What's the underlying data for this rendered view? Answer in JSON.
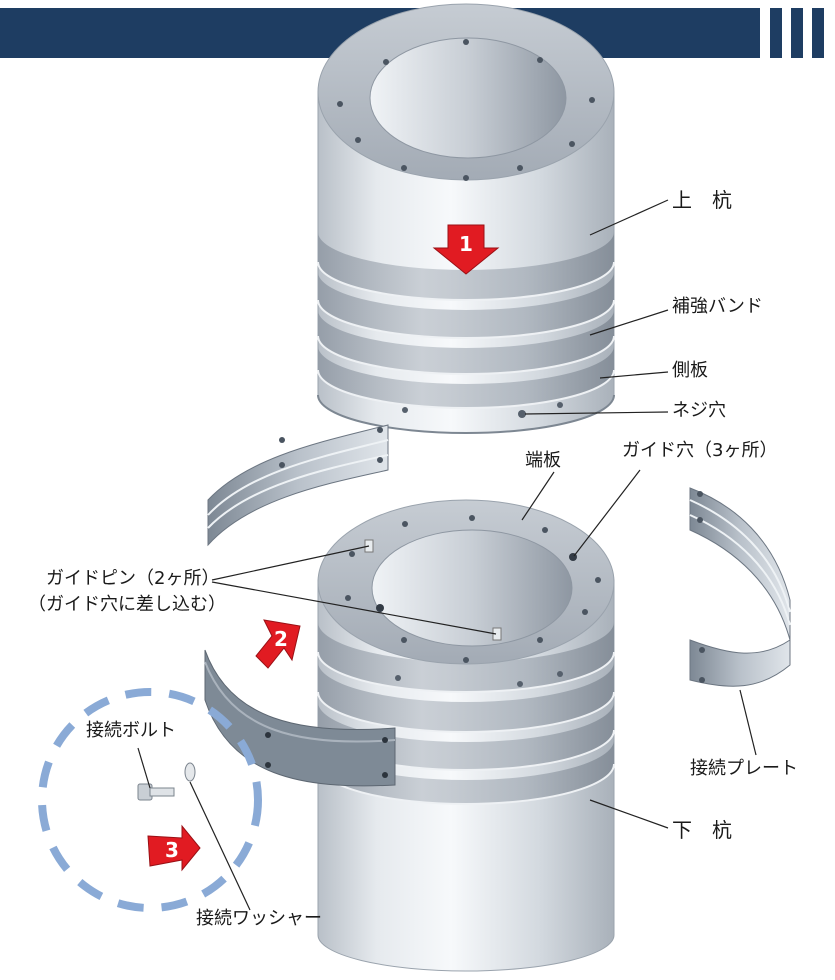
{
  "header": {
    "bar_color": "#1e3d62"
  },
  "labels": {
    "upper_pile": "上　杭",
    "reinforcing_band": "補強バンド",
    "side_plate": "側板",
    "screw_hole": "ネジ穴",
    "end_plate": "端板",
    "guide_hole": "ガイド穴（3ヶ所）",
    "guide_pin": "ガイドピン（2ヶ所）",
    "guide_pin_note": "（ガイド穴に差し込む）",
    "connection_bolt": "接続ボルト",
    "connection_plate": "接続プレート",
    "lower_pile": "下　杭",
    "connection_washer": "接続ワッシャー"
  },
  "steps": [
    {
      "number": "1",
      "direction": "down"
    },
    {
      "number": "2",
      "direction": "up-right"
    },
    {
      "number": "3",
      "direction": "right"
    }
  ],
  "colors": {
    "arrow": "#e11b22",
    "dash_circle": "#8aaad6"
  }
}
